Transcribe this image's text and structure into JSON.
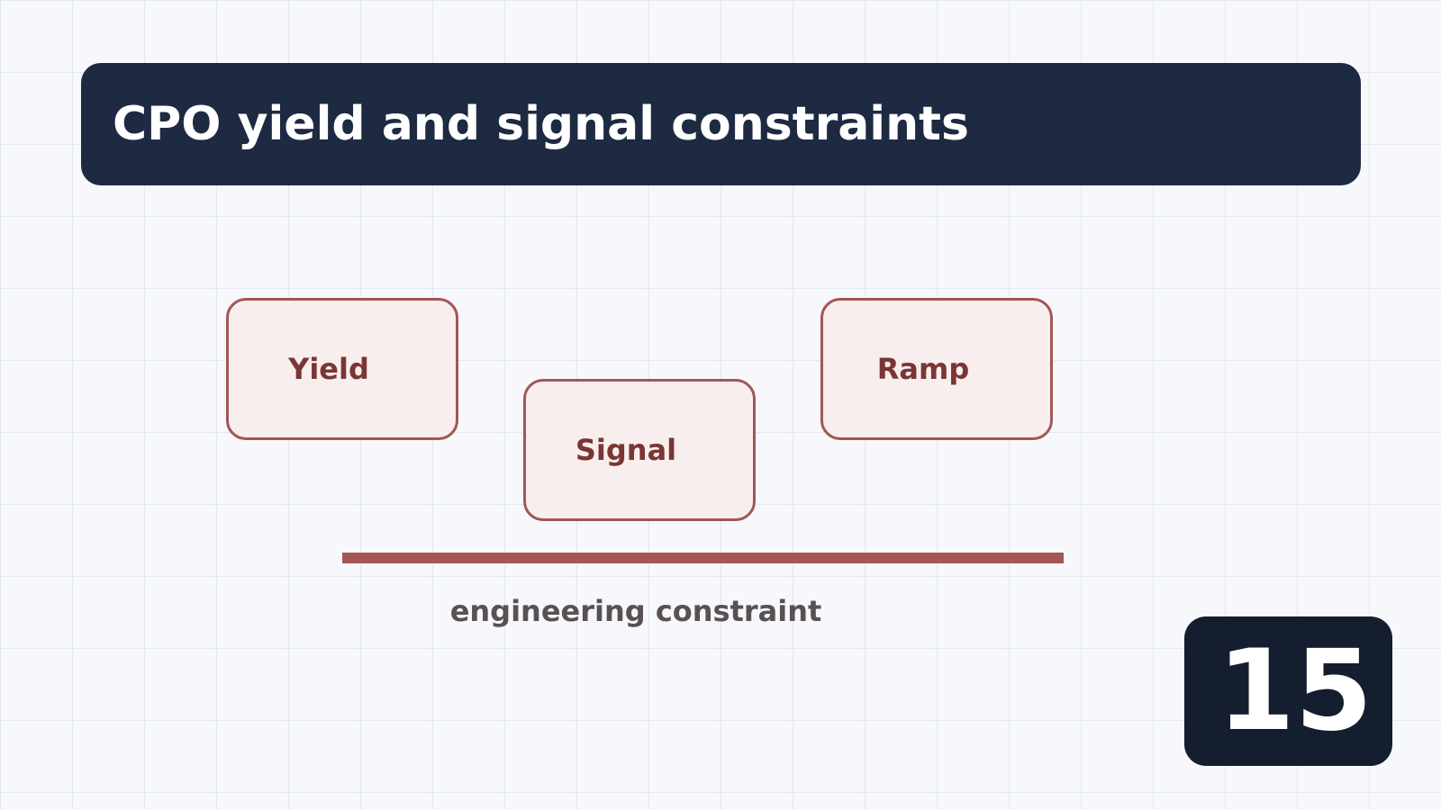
{
  "header": {
    "title": "CPO yield and signal constraints"
  },
  "diagram": {
    "nodes": [
      {
        "label": "Yield"
      },
      {
        "label": "Signal"
      },
      {
        "label": "Ramp"
      }
    ],
    "caption": "engineering constraint"
  },
  "footer": {
    "page_number": "15"
  },
  "colors": {
    "background": "#f6f8fc",
    "title_bar": "#1e2a42",
    "node_fill": "#f8eeee",
    "node_border": "#a35656",
    "node_text": "#7b3535",
    "baseline": "#a35656",
    "caption_text": "#5a5054",
    "badge": "#151e2f"
  }
}
